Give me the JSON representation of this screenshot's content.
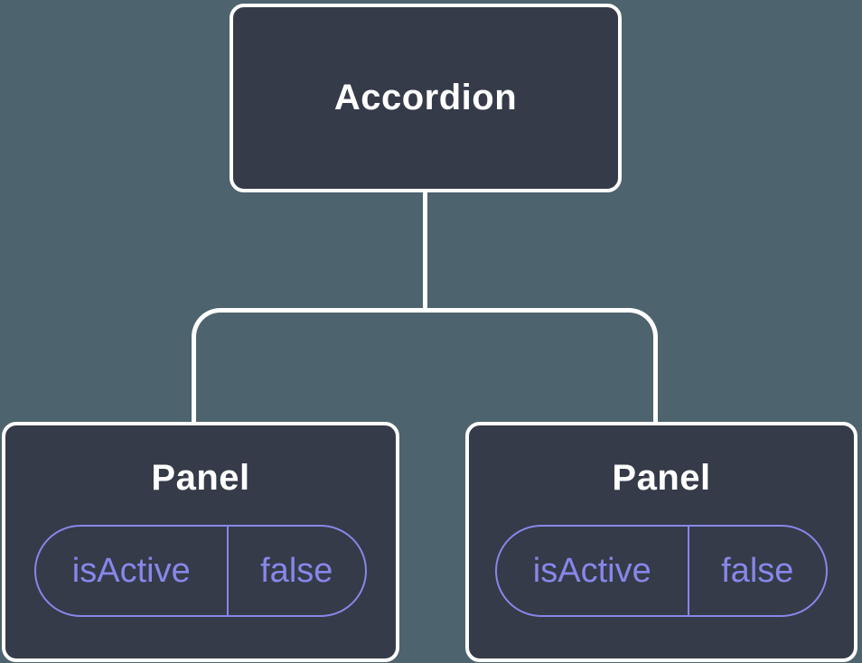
{
  "canvas": {
    "background": "#4d636e"
  },
  "colors": {
    "node_fill": "#353b48",
    "node_border": "#ffffff",
    "connector": "#ffffff",
    "state_accent": "#8787ea",
    "text_primary": "#ffffff"
  },
  "tree": {
    "root": {
      "label": "Accordion"
    },
    "children": [
      {
        "label": "Panel",
        "state": {
          "key": "isActive",
          "value": "false"
        }
      },
      {
        "label": "Panel",
        "state": {
          "key": "isActive",
          "value": "false"
        }
      }
    ]
  }
}
